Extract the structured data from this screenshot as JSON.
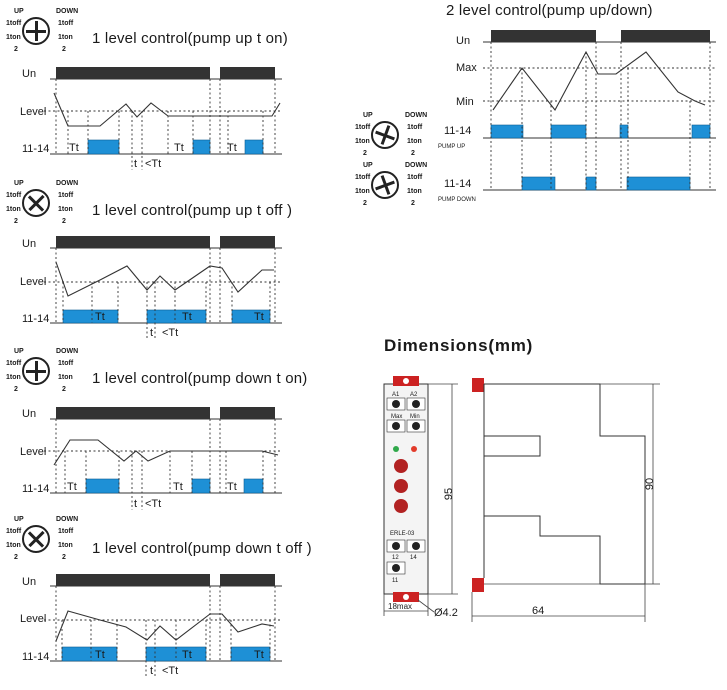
{
  "panels": [
    {
      "title": "1 level control(pump up t on)"
    },
    {
      "title": "1 level control(pump up t off )"
    },
    {
      "title": "1 level control(pump down t on)"
    },
    {
      "title": "1 level control(pump down t off )"
    }
  ],
  "panel_labels": {
    "un": "Un",
    "level": "Level",
    "output": "11-14",
    "tt": "Tt",
    "t": "t",
    "lt_tt": "<Tt"
  },
  "selector": {
    "up": "UP",
    "down": "DOWN",
    "t1off_l": "1toff",
    "t1on_l": "1ton",
    "t1off_r": "1toff",
    "t1on_r": "1ton",
    "two_l": "2",
    "two_r": "2"
  },
  "two_level": {
    "title": "2 level control(pump up/down)",
    "un": "Un",
    "max": "Max",
    "min": "Min",
    "out_up": "11-14",
    "pump_up": "PUMP UP",
    "out_down": "11-14",
    "pump_down": "PUMP DOWN"
  },
  "dimensions": {
    "title": "Dimensions(mm)",
    "height_95": "95",
    "height_90": "90",
    "width_18": "18max",
    "hole": "Ø4.2",
    "depth_64": "64",
    "terminals_top": [
      "A1",
      "A2"
    ],
    "terminals_top2": [
      "Max",
      "Min"
    ],
    "terminals_bottom": [
      "12",
      "14"
    ],
    "terminals_bottom2": [
      "11"
    ],
    "model": "ERLE-03"
  },
  "colors": {
    "bar": "#333333",
    "output": "#1e90d6",
    "red": "#cc2222",
    "line": "#333333"
  }
}
